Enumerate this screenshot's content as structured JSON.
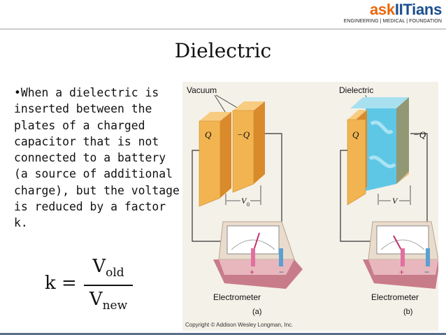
{
  "logo": {
    "part1": "ask",
    "part2": "IITians",
    "tagline": "ENGINEERING | MEDICAL | FOUNDATION"
  },
  "slide": {
    "title": "Dielectric",
    "bullet_marker": "•",
    "bullet_text": "When a dielectric is inserted between the plates of a charged capacitor that is not connected to a battery (a source of additional charge), but the voltage is reduced by a factor k.",
    "formula": {
      "lhs": "k =",
      "num_base": "V",
      "num_sub": "old",
      "den_base": "V",
      "den_sub": "new"
    }
  },
  "figure": {
    "label_vacuum": "Vacuum",
    "label_dielectric": "Dielectric",
    "charge_pos": "Q",
    "charge_neg": "−Q",
    "voltage_a": "V",
    "voltage_a_sub": "0",
    "voltage_b": "V",
    "plus": "+",
    "minus": "−",
    "electrometer": "Electrometer",
    "panel_a": "(a)",
    "panel_b": "(b)",
    "copyright": "Copyright © Addison Wesley Longman, Inc."
  },
  "colors": {
    "logo_orange": "#e8660c",
    "logo_blue": "#1a4f8f",
    "plate": "#f2b450",
    "dielectric": "#5fc7e6",
    "figure_bg": "#f4f1e9",
    "meter_base": "#d89aa0"
  }
}
